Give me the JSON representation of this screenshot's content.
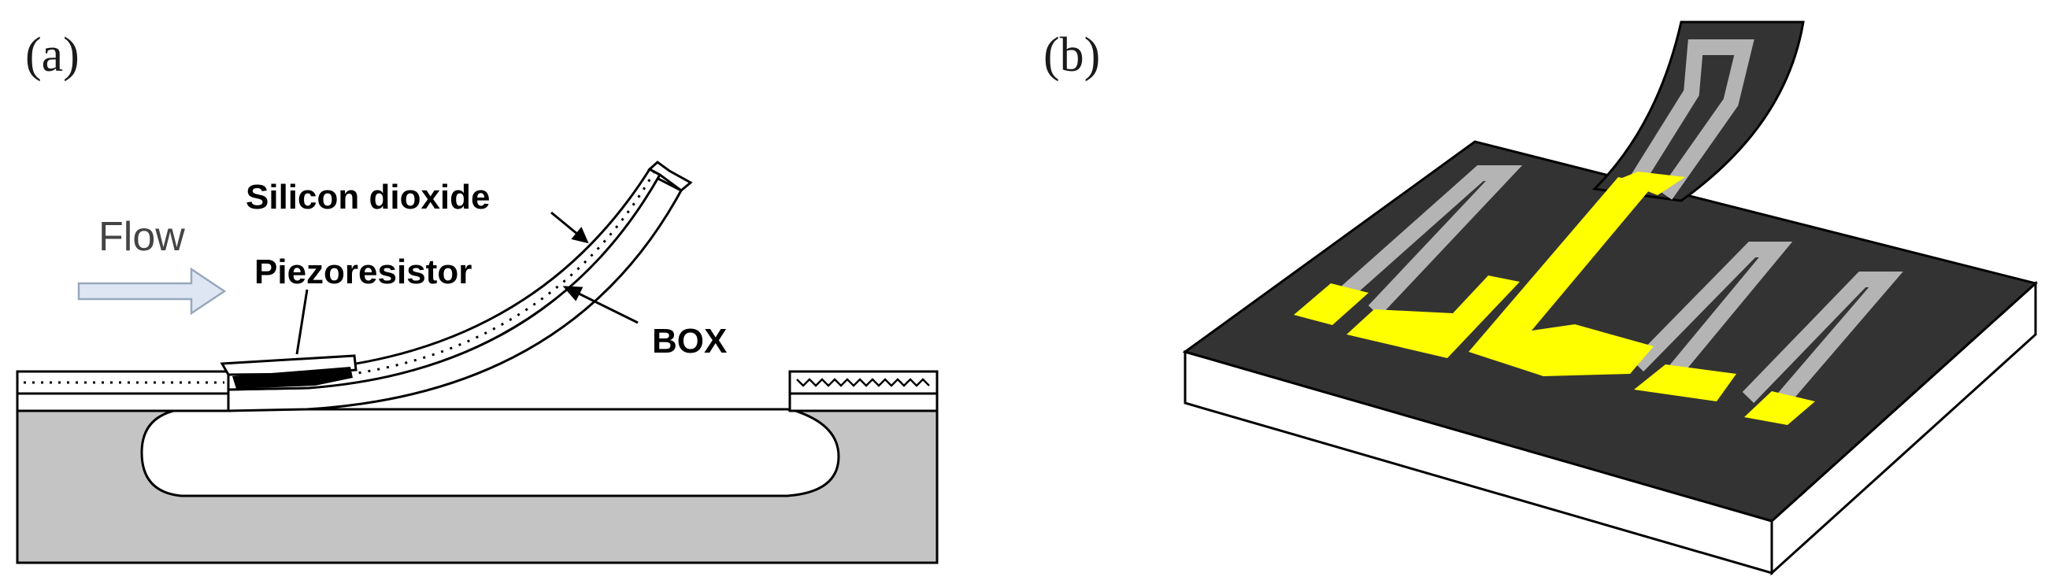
{
  "panels": {
    "a": {
      "label": "(a)"
    },
    "b": {
      "label": "(b)"
    }
  },
  "labels": {
    "flow": "Flow",
    "silicon_dioxide": "Silicon dioxide",
    "piezoresistor": "Piezoresistor",
    "box": "BOX"
  },
  "colors": {
    "substrate_gray": "#c4c4c4",
    "dark_chip": "#333333",
    "resistor_gray": "#b4b4b4",
    "pad_yellow": "#ffff00",
    "flow_arrow": "#dde6f2"
  }
}
